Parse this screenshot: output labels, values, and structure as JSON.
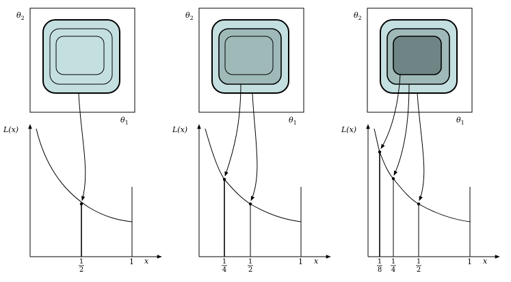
{
  "labels": {
    "theta2": "θ",
    "theta2_sub": "2",
    "theta1": "θ",
    "theta1_sub": "1",
    "Lx": "L(x)",
    "x": "x",
    "one": "1",
    "frac_num": "1",
    "two": "2",
    "four": "4",
    "eight": "8"
  },
  "colors": {
    "fill_light": "#c4dfdf",
    "fill_mid": "#9fb9b9",
    "fill_dark": "#6f8585",
    "stroke": "#000000"
  },
  "panels": [
    {
      "id": "left",
      "shaded_levels": 0,
      "ticks": [
        "1/2"
      ]
    },
    {
      "id": "middle",
      "shaded_levels": 1,
      "ticks": [
        "1/4",
        "1/2"
      ]
    },
    {
      "id": "right",
      "shaded_levels": 2,
      "ticks": [
        "1/8",
        "1/4",
        "1/2"
      ]
    }
  ]
}
